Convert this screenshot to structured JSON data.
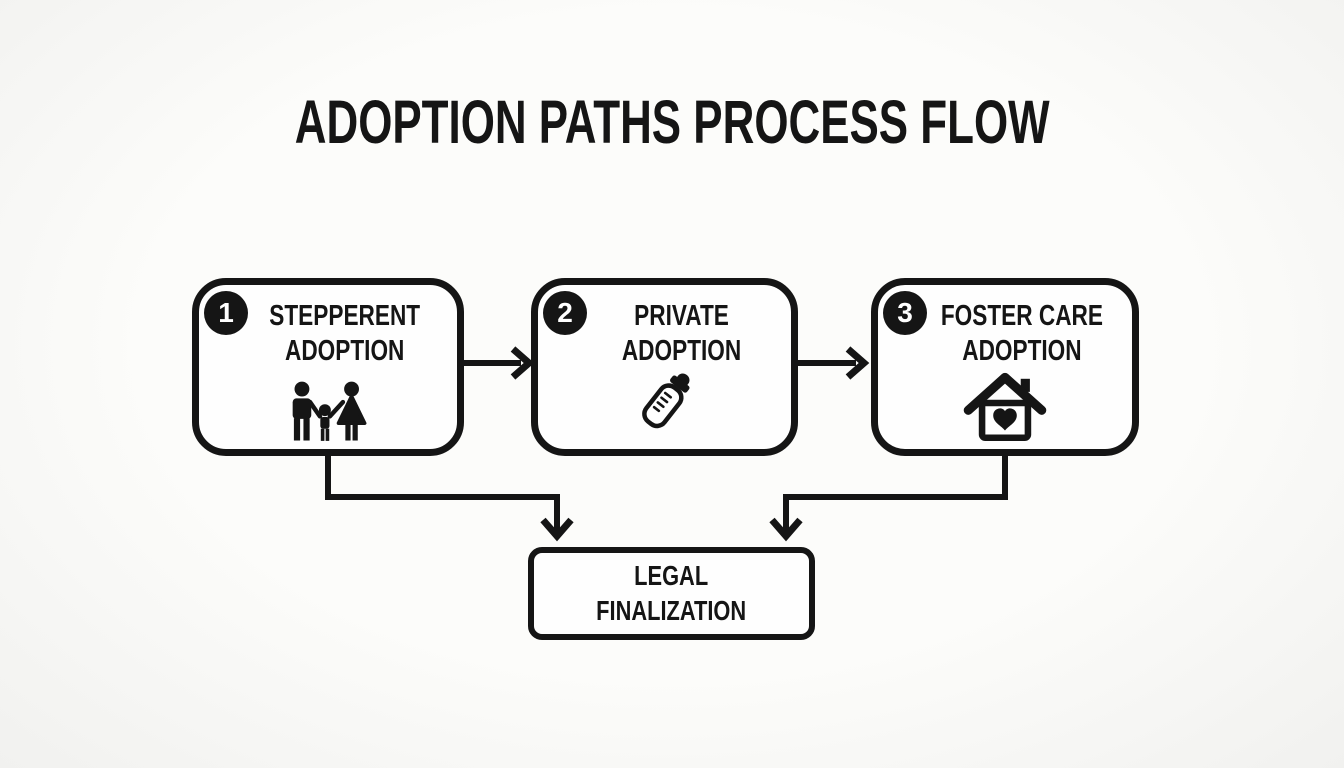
{
  "title": "ADOPTION PATHS PROCESS FLOW",
  "flow": {
    "nodes": [
      {
        "number": "1",
        "label": "STEPPERENT\nADOPTION",
        "icon": "family-icon"
      },
      {
        "number": "2",
        "label": "PRIVATE\nADOPTION",
        "icon": "baby-bottle-icon"
      },
      {
        "number": "3",
        "label": "FOSTER CARE\nADOPTION",
        "icon": "house-heart-icon"
      }
    ],
    "final": {
      "label": "LEGAL\nFINALIZATION"
    },
    "connections": [
      "step-1 to step-2",
      "step-2 to step-3",
      "step-1 to legal-finalization",
      "step-3 to legal-finalization"
    ]
  },
  "colors": {
    "ink": "#151515",
    "box_fill": "#fefefe",
    "background": "#f7f7f5",
    "badge_text": "#ffffff"
  }
}
